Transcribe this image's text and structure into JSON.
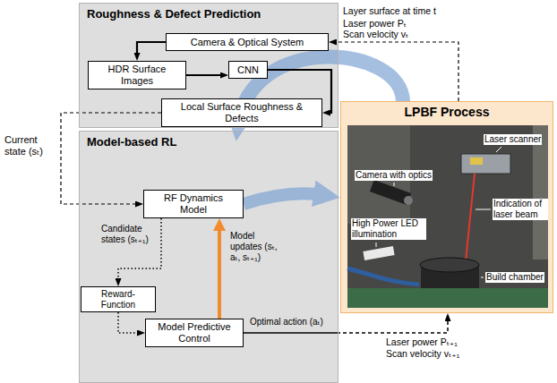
{
  "diagram": {
    "nodes": [
      {
        "text": [
          "Roughness & Defect Prediction"
        ]
      },
      {
        "text": [
          "Camera & Optical System"
        ],
        "in": 0
      },
      {
        "text": [
          "HDR Surface Images"
        ],
        "in": 0
      },
      {
        "text": [
          "CNN"
        ],
        "in": 0
      },
      {
        "text": [
          "Local Surface Roughness & Defects"
        ],
        "in": 0
      },
      {
        "text": [
          "Model-based RL"
        ]
      },
      {
        "text": [
          "RF Dynamics Model"
        ],
        "in": 5
      },
      {
        "text": [
          "Reward-Function"
        ],
        "in": 5
      },
      {
        "text": [
          "Model Predictive Control"
        ],
        "in": 5
      },
      {
        "text": [
          "LPBF Process"
        ]
      }
    ],
    "edges": [
      {
        "from": 1,
        "to": 2,
        "arrow": "to"
      },
      {
        "from": 2,
        "to": 3,
        "arrow": "to"
      },
      {
        "from": 3,
        "to": 4,
        "arrow": "to"
      },
      {
        "from": 4,
        "to": 6,
        "arrow": "to",
        "label": "Current state (sₜ)"
      },
      {
        "from": 6,
        "to": 7,
        "arrow": "to",
        "label": "Candidate states (sₜ₊₁)"
      },
      {
        "from": 7,
        "to": 8,
        "arrow": "to"
      },
      {
        "from": 8,
        "to": 6,
        "arrow": "to",
        "label": "Model updates (sₜ, aₜ, sₜ₊₁)"
      },
      {
        "from": 8,
        "to": 9,
        "arrow": "to",
        "label": "Optimal action (aₜ)"
      },
      {
        "from": 9,
        "to": 1,
        "arrow": "to",
        "label": "Layer surface at time t"
      }
    ],
    "labels": [
      "Laser power Pₜ",
      "Scan velocity vₜ",
      "Laser power Pₜ₊₁",
      "Scan velocity vₜ₊₁",
      "Laser scanner",
      "Camera with optics",
      "Indication of laser beam",
      "High Power LED illumination",
      "Build chamber"
    ]
  }
}
